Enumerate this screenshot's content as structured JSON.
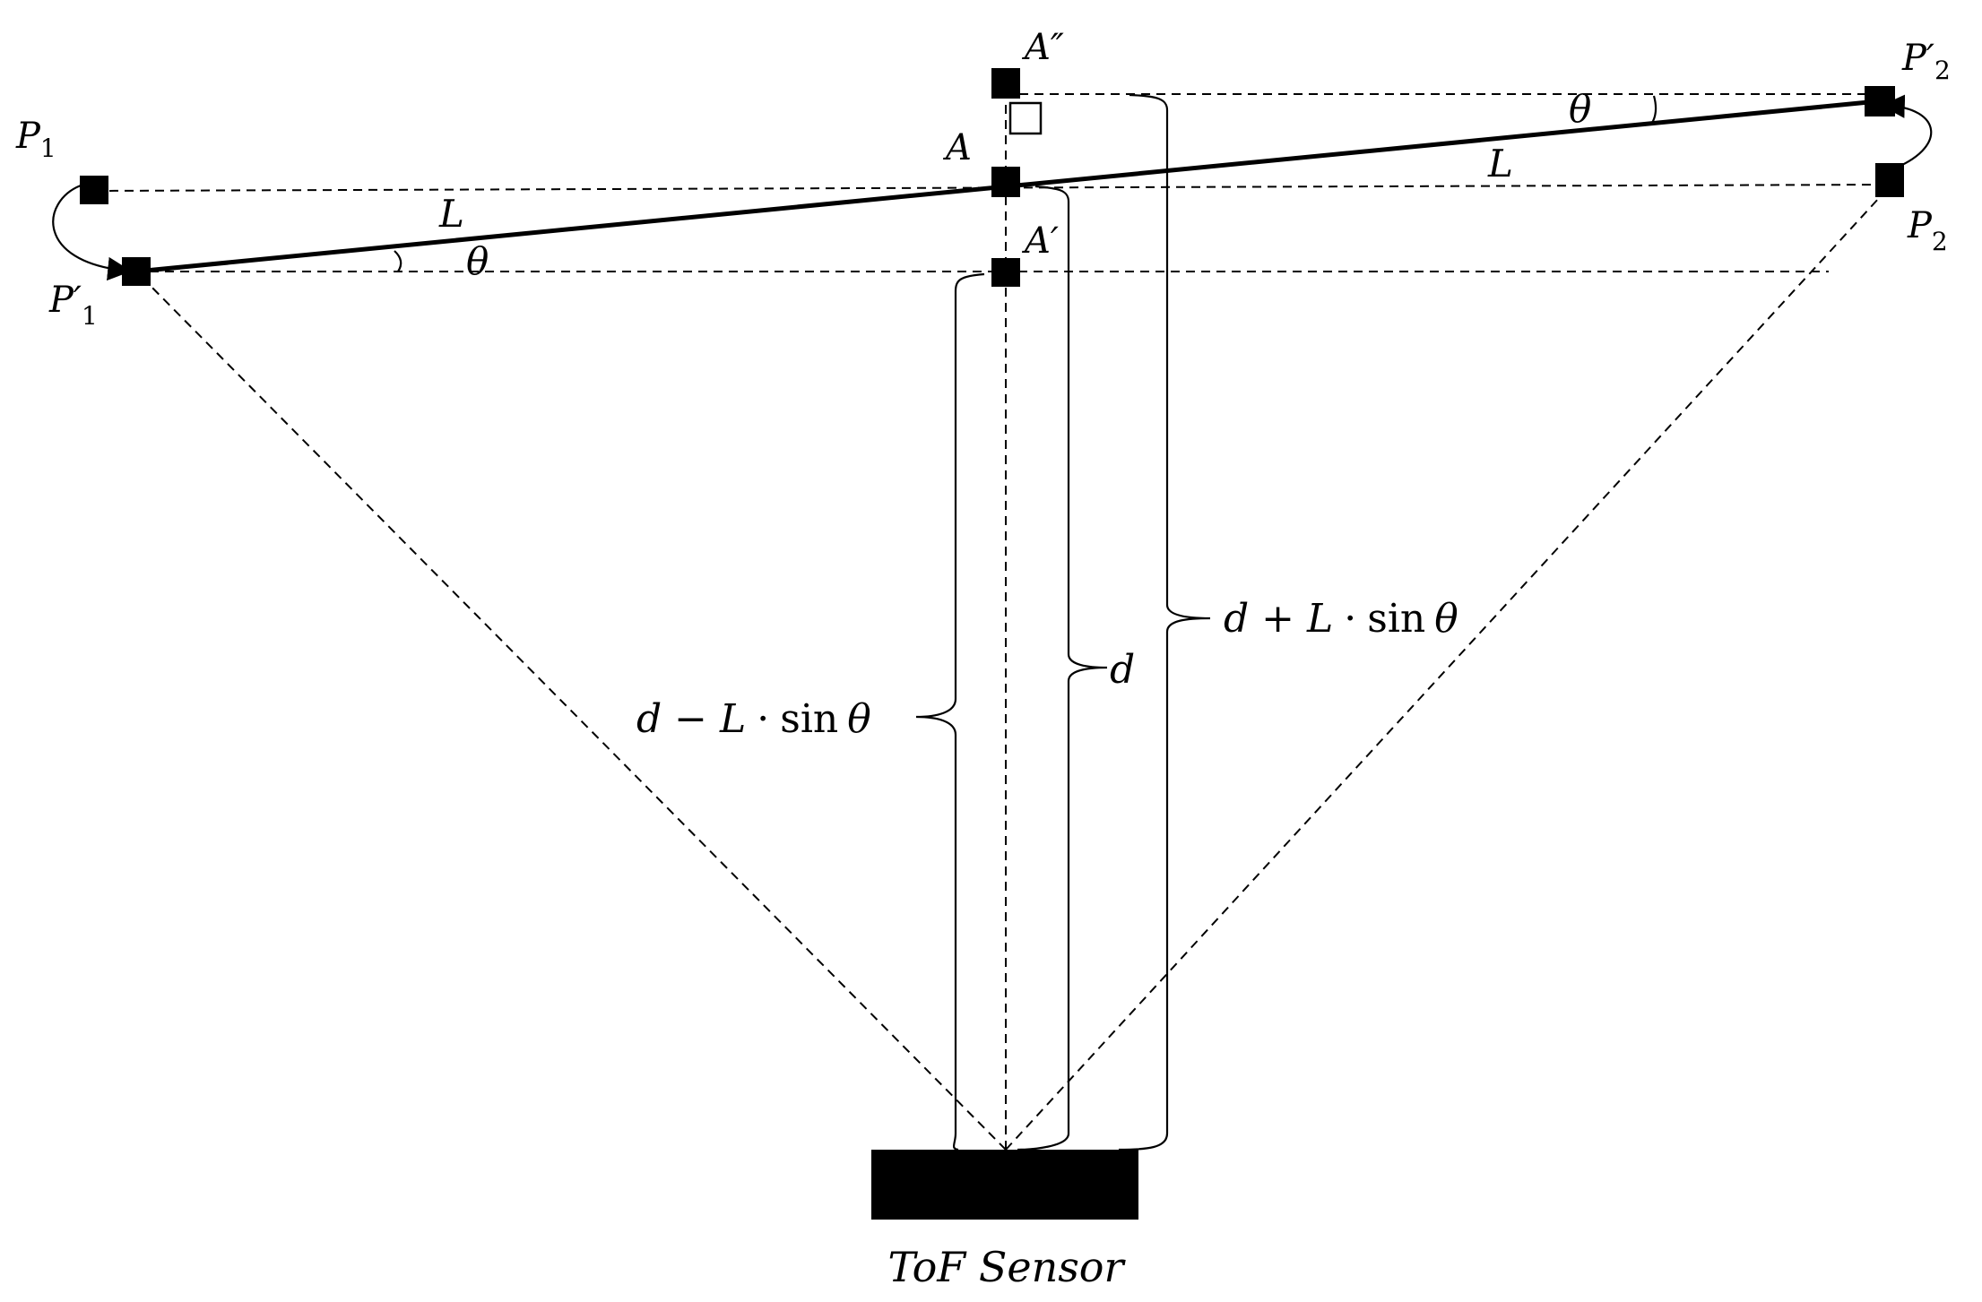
{
  "points": {
    "p1": {
      "letter": "P",
      "subscript": "1"
    },
    "p1_prime": {
      "letter": "P′",
      "subscript": "1"
    },
    "p2": {
      "letter": "P",
      "subscript": "2"
    },
    "p2_prime": {
      "letter": "P′",
      "subscript": "2"
    },
    "a": "A",
    "a_prime": "A′",
    "a_double_prime": "A″"
  },
  "angles": {
    "left": "θ",
    "right": "θ"
  },
  "lengths": {
    "left": "L",
    "right": "L"
  },
  "distances": {
    "minus": {
      "d": "d",
      "op": "−",
      "L": "L",
      "dot": "·",
      "sin": "sin",
      "theta": "θ"
    },
    "center": "d",
    "plus": {
      "d": "d",
      "op": "+",
      "L": "L",
      "dot": "·",
      "sin": "sin",
      "theta": "θ"
    }
  },
  "sensor": {
    "label": "ToF Sensor"
  }
}
